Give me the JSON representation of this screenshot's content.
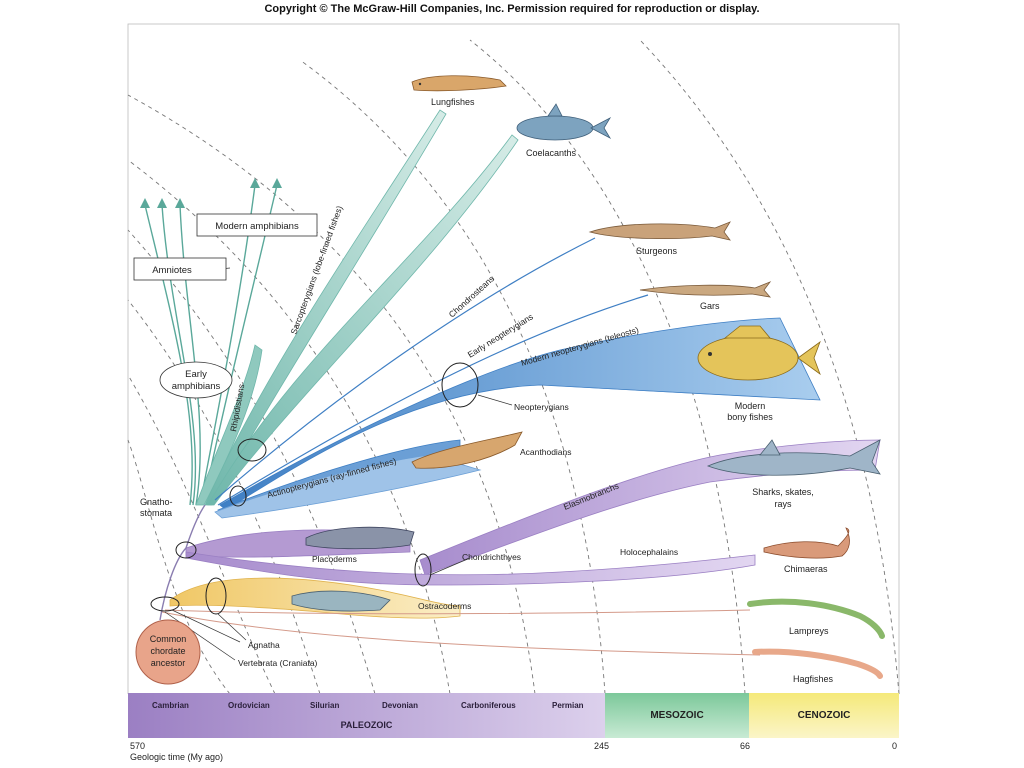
{
  "header": {
    "copyright": "Copyright © The McGraw-Hill Companies, Inc. Permission required for reproduction or display."
  },
  "taxa": {
    "lungfishes": "Lungfishes",
    "coelacanths": "Coelacanths",
    "sturgeons": "Sturgeons",
    "gars": "Gars",
    "modern_bony_fishes_1": "Modern",
    "modern_bony_fishes_2": "bony fishes",
    "sharks_1": "Sharks, skates,",
    "sharks_2": "rays",
    "chimaeras": "Chimaeras",
    "lampreys": "Lampreys",
    "hagfishes": "Hagfishes",
    "modern_amphibians": "Modern amphibians",
    "amniotes": "Amniotes",
    "early_amphibians_1": "Early",
    "early_amphibians_2": "amphibians"
  },
  "clades": {
    "sarcopterygians": "Sarcopterygians (lobe-finned fishes)",
    "rhipidistians": "Rhipidistians",
    "chondrosteans": "Chondrosteans",
    "early_neopterygians": "Early neopterygians",
    "modern_neopterygians": "Modern neopterygians (teleosts)",
    "neopterygians": "Neopterygians",
    "actinopterygians": "Actinopterygians (ray-finned fishes)",
    "acanthodians": "Acanthodians",
    "elasmobranchs": "Elasmobranchs",
    "gnathostomata_1": "Gnatho-",
    "gnathostomata_2": "stomata",
    "placoderms": "Placoderms",
    "chondrichthyes": "Chondrichthyes",
    "holocephalans": "Holocephalains",
    "ostracoderms": "Ostracoderms",
    "agnatha": "Agnatha",
    "vertebrata": "Vertebrata (Craniata)",
    "common_ancestor_1": "Common",
    "common_ancestor_2": "chordate",
    "common_ancestor_3": "ancestor"
  },
  "timeline": {
    "periods": [
      "Cambrian",
      "Ordovician",
      "Silurian",
      "Devonian",
      "Carboniferous",
      "Permian"
    ],
    "eras": {
      "paleozoic": "PALEOZOIC",
      "mesozoic": "MESOZOIC",
      "cenozoic": "CENOZOIC"
    },
    "ticks": [
      "570",
      "245",
      "66",
      "0"
    ],
    "axis_title": "Geologic time (My ago)"
  },
  "colors": {
    "lobe_finned": "#8fc9be",
    "ray_finned": "#4f8fcf",
    "cartilaginous": "#b49ad2",
    "jawless": "#f2cf7a",
    "ancestor": "#e8a48a"
  }
}
